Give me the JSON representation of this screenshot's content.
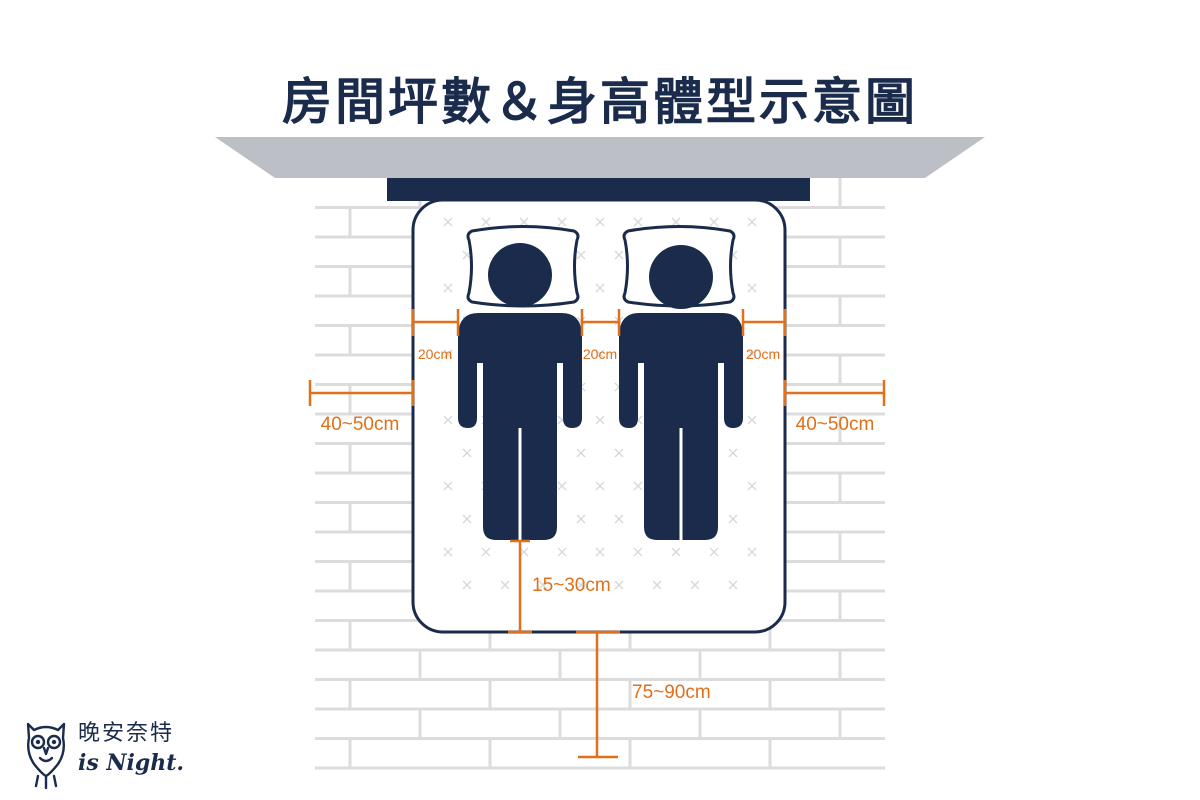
{
  "title": "房間坪數＆身高體型示意圖",
  "dimensions": {
    "side_left": "40~50cm",
    "side_right": "40~50cm",
    "gap_left": "20cm",
    "gap_middle": "20cm",
    "gap_right": "20cm",
    "foot_inside": "15~30cm",
    "foot_clearance": "75~90cm"
  },
  "brand": {
    "name_cn": "晚安奈特",
    "name_en": "is Night."
  },
  "colors": {
    "navy": "#1a2b4c",
    "accent": "#e0701a",
    "wall_top": "#bcc0c6",
    "brick_line": "#dcdcdc"
  }
}
